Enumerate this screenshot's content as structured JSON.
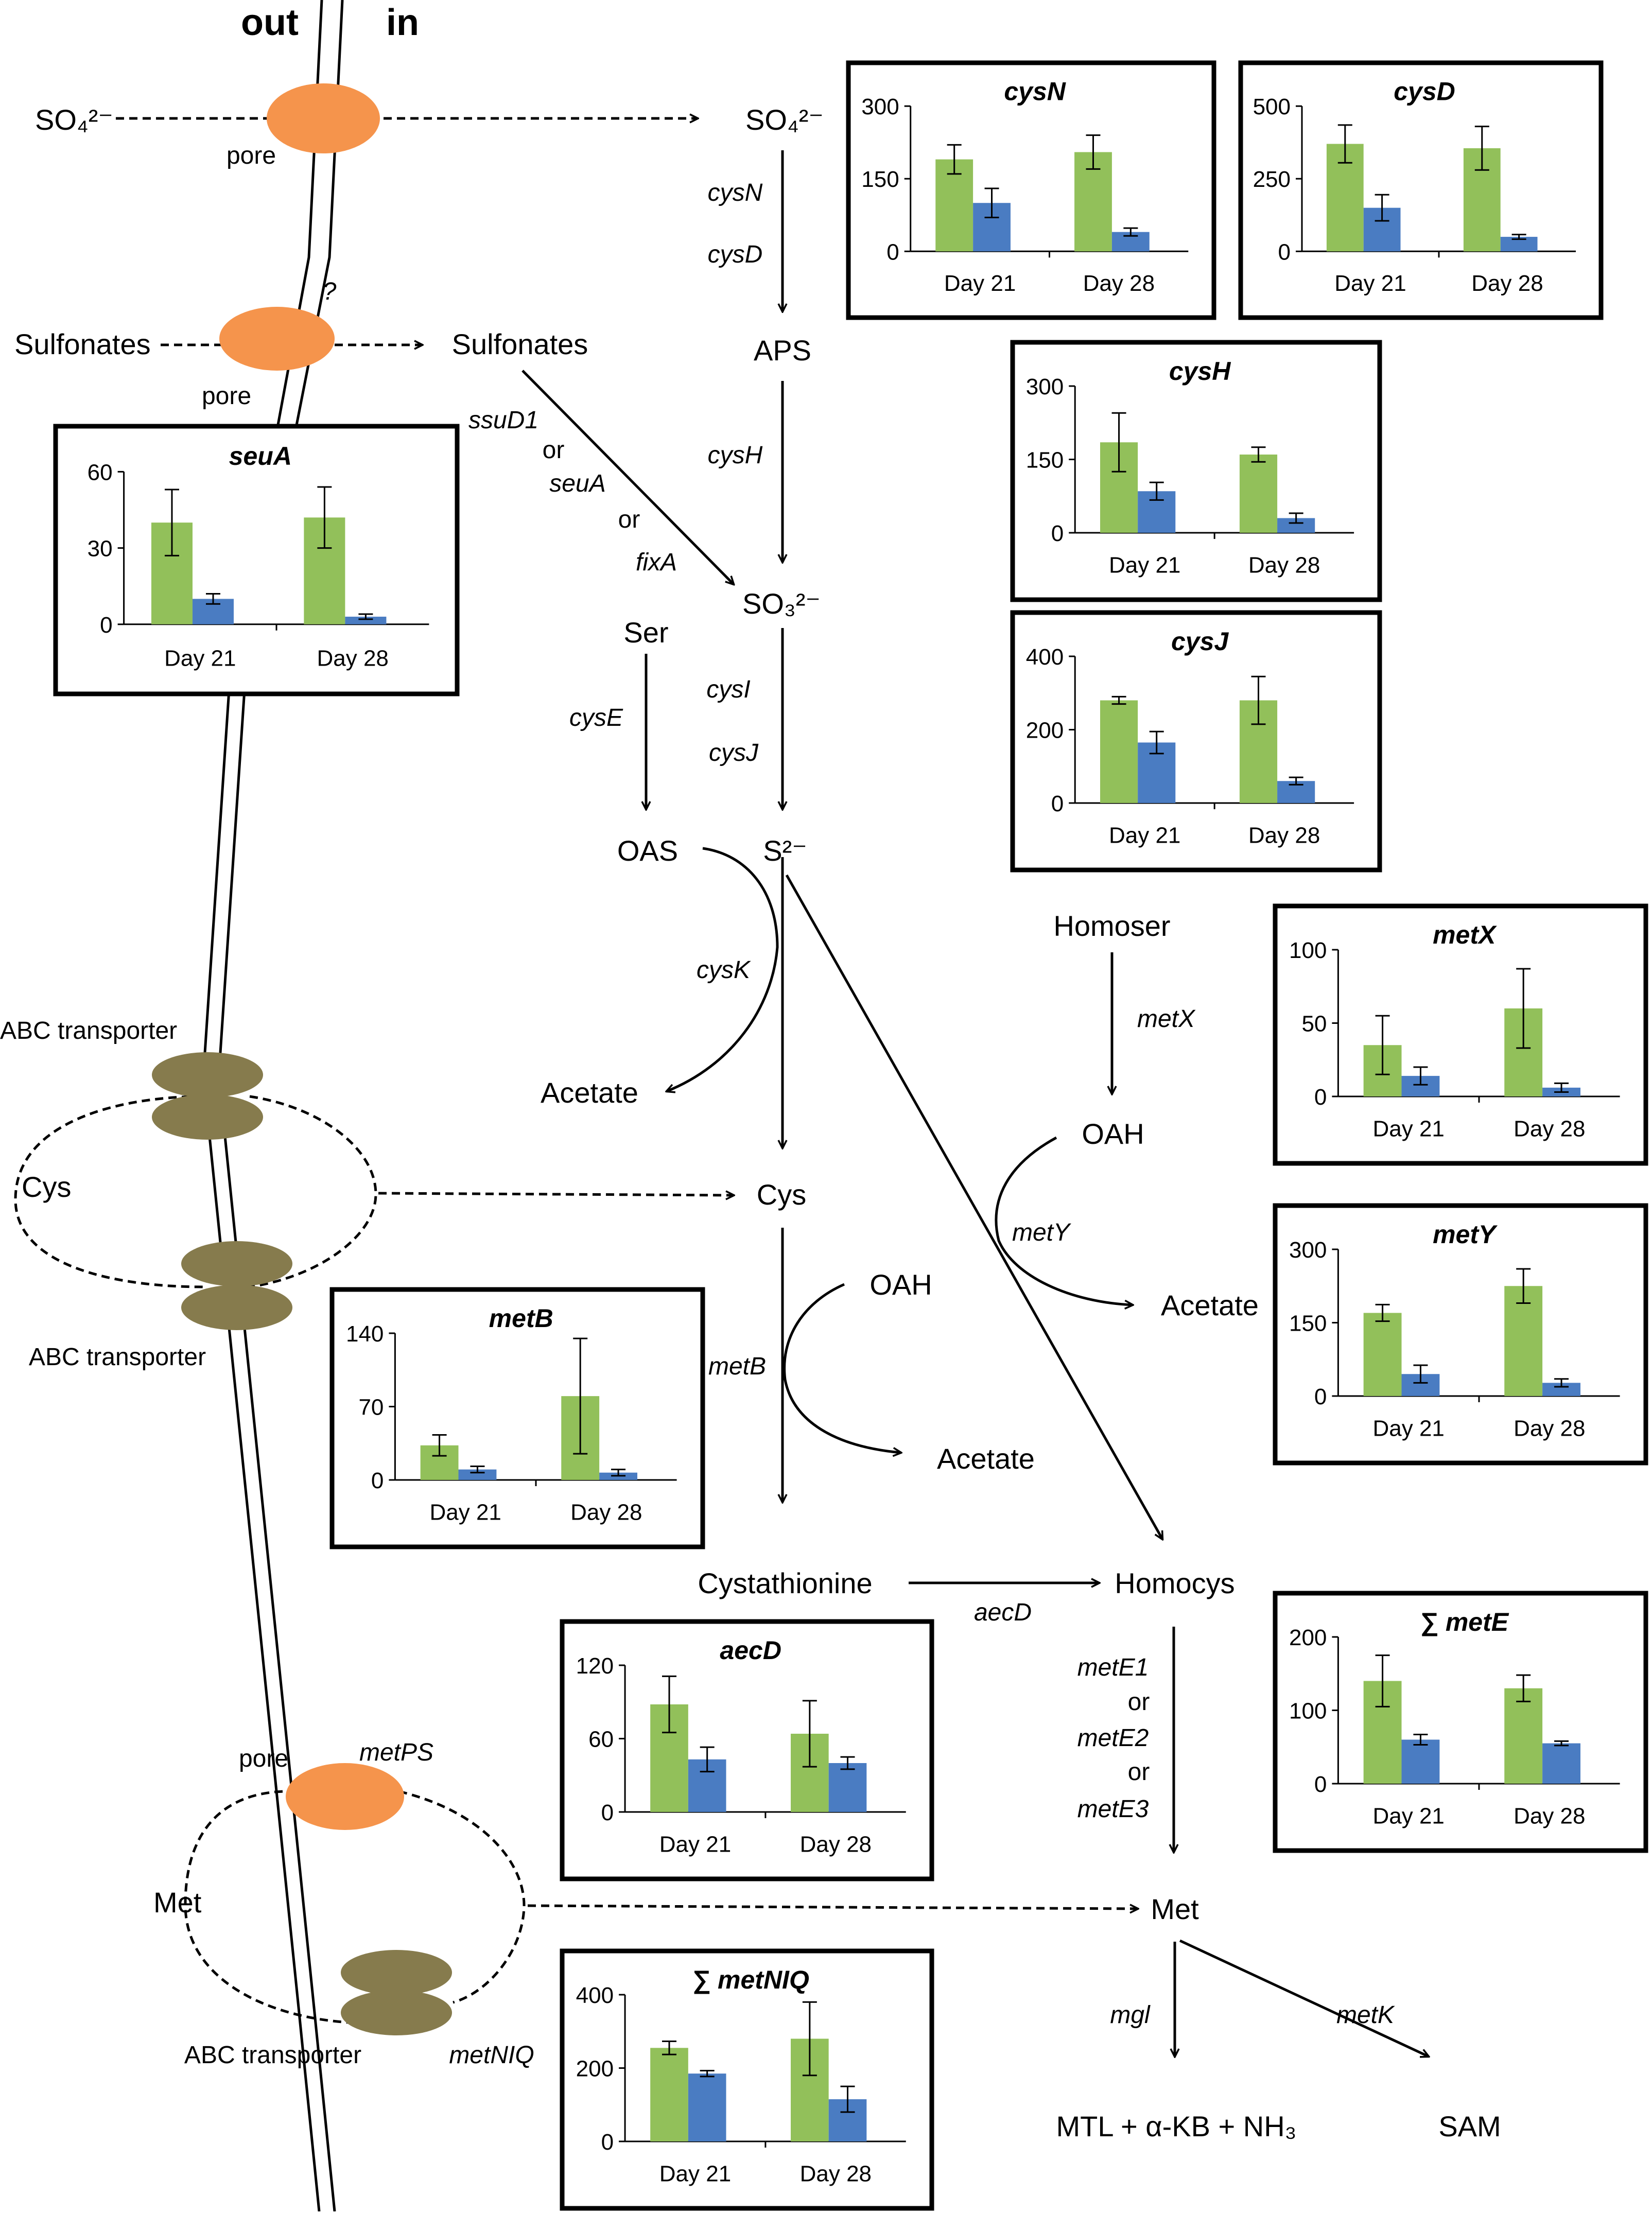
{
  "header": {
    "out": "out",
    "in": "in"
  },
  "colors": {
    "green": "#92c05a",
    "blue": "#4a7cc2",
    "pore": "#f5944c",
    "abc": "#867b4d",
    "line": "#000000"
  },
  "labels": {
    "so4_out": "SO₄²⁻",
    "so4_in": "SO₄²⁻",
    "sulf_out": "Sulfonates",
    "sulf_in": "Sulfonates",
    "pore1": "pore",
    "pore2": "pore",
    "pore3": "pore",
    "qmark": "?",
    "aps": "APS",
    "so3": "SO₃²⁻",
    "s2": "S²⁻",
    "ser": "Ser",
    "oas": "OAS",
    "acetate1": "Acetate",
    "cys_out": "Cys",
    "cys_in": "Cys",
    "abc1": "ABC transporter",
    "abc2": "ABC transporter",
    "abc3": "ABC transporter",
    "homoser": "Homoser",
    "oah1": "OAH",
    "acetate2": "Acetate",
    "oah2": "OAH",
    "acetate3": "Acetate",
    "cystathionine": "Cystathionine",
    "homocys": "Homocys",
    "met_out": "Met",
    "met_in": "Met",
    "mtl": "MTL + α-KB + NH₃",
    "sam": "SAM"
  },
  "enzymes": {
    "cysN": "cysN",
    "cysD": "cysD",
    "cysH": "cysH",
    "ssuD1": "ssuD1",
    "or1": "or",
    "seuA": "seuA",
    "or2": "or",
    "fixA": "fixA",
    "cysI": "cysI",
    "cysJ": "cysJ",
    "cysE": "cysE",
    "cysK": "cysK",
    "metX": "metX",
    "metY": "metY",
    "metB": "metB",
    "aecD": "aecD",
    "metE1": "metE1",
    "or3": "or",
    "metE2": "metE2",
    "or4": "or",
    "metE3": "metE3",
    "metPS": "metPS",
    "metNIQ": "metNIQ",
    "mgl": "mgl",
    "metK": "metK"
  },
  "chart_data": [
    {
      "type": "bar",
      "title": "cysN",
      "categories": [
        "Day 21",
        "Day 28"
      ],
      "ylim": [
        0,
        300
      ],
      "ticks": [
        "0",
        "150",
        "300"
      ],
      "series": [
        {
          "values": [
            190,
            205
          ],
          "errors": [
            30,
            35
          ]
        },
        {
          "values": [
            100,
            40
          ],
          "errors": [
            30,
            8
          ]
        }
      ]
    },
    {
      "type": "bar",
      "title": "cysD",
      "categories": [
        "Day 21",
        "Day 28"
      ],
      "ylim": [
        0,
        500
      ],
      "ticks": [
        "0",
        "250",
        "500"
      ],
      "series": [
        {
          "values": [
            370,
            355
          ],
          "errors": [
            65,
            75
          ]
        },
        {
          "values": [
            150,
            50
          ],
          "errors": [
            45,
            8
          ]
        }
      ]
    },
    {
      "type": "bar",
      "title": "cysH",
      "categories": [
        "Day 21",
        "Day 28"
      ],
      "ylim": [
        0,
        300
      ],
      "ticks": [
        "0",
        "150",
        "300"
      ],
      "series": [
        {
          "values": [
            185,
            160
          ],
          "errors": [
            60,
            15
          ]
        },
        {
          "values": [
            85,
            30
          ],
          "errors": [
            18,
            10
          ]
        }
      ]
    },
    {
      "type": "bar",
      "title": "cysJ",
      "categories": [
        "Day 21",
        "Day 28"
      ],
      "ylim": [
        0,
        400
      ],
      "ticks": [
        "0",
        "200",
        "400"
      ],
      "series": [
        {
          "values": [
            280,
            280
          ],
          "errors": [
            10,
            65
          ]
        },
        {
          "values": [
            165,
            60
          ],
          "errors": [
            30,
            10
          ]
        }
      ]
    },
    {
      "type": "bar",
      "title": "seuA",
      "categories": [
        "Day 21",
        "Day 28"
      ],
      "ylim": [
        0,
        60
      ],
      "ticks": [
        "0",
        "30",
        "60"
      ],
      "series": [
        {
          "values": [
            40,
            42
          ],
          "errors": [
            13,
            12
          ]
        },
        {
          "values": [
            10,
            3
          ],
          "errors": [
            2,
            1
          ]
        }
      ]
    },
    {
      "type": "bar",
      "title": "metX",
      "categories": [
        "Day 21",
        "Day 28"
      ],
      "ylim": [
        0,
        100
      ],
      "ticks": [
        "0",
        "50",
        "100"
      ],
      "series": [
        {
          "values": [
            35,
            60
          ],
          "errors": [
            20,
            27
          ]
        },
        {
          "values": [
            14,
            6
          ],
          "errors": [
            6,
            3
          ]
        }
      ]
    },
    {
      "type": "bar",
      "title": "metY",
      "categories": [
        "Day 21",
        "Day 28"
      ],
      "ylim": [
        0,
        300
      ],
      "ticks": [
        "0",
        "150",
        "300"
      ],
      "series": [
        {
          "values": [
            170,
            225
          ],
          "errors": [
            17,
            35
          ]
        },
        {
          "values": [
            45,
            27
          ],
          "errors": [
            18,
            8
          ]
        }
      ]
    },
    {
      "type": "bar",
      "title": "metB",
      "categories": [
        "Day 21",
        "Day 28"
      ],
      "ylim": [
        0,
        140
      ],
      "ticks": [
        "0",
        "70",
        "140"
      ],
      "series": [
        {
          "values": [
            33,
            80
          ],
          "errors": [
            10,
            55
          ]
        },
        {
          "values": [
            10,
            7
          ],
          "errors": [
            3,
            3
          ]
        }
      ]
    },
    {
      "type": "bar",
      "title": "aecD",
      "categories": [
        "Day 21",
        "Day 28"
      ],
      "ylim": [
        0,
        120
      ],
      "ticks": [
        "0",
        "60",
        "120"
      ],
      "series": [
        {
          "values": [
            88,
            64
          ],
          "errors": [
            23,
            27
          ]
        },
        {
          "values": [
            43,
            40
          ],
          "errors": [
            10,
            5
          ]
        }
      ]
    },
    {
      "type": "bar",
      "title": "∑ metE",
      "categories": [
        "Day 21",
        "Day 28"
      ],
      "ylim": [
        0,
        200
      ],
      "ticks": [
        "0",
        "100",
        "200"
      ],
      "series": [
        {
          "values": [
            140,
            130
          ],
          "errors": [
            35,
            18
          ]
        },
        {
          "values": [
            60,
            55
          ],
          "errors": [
            7,
            3
          ]
        }
      ]
    },
    {
      "type": "bar",
      "title": "∑ metNIQ",
      "categories": [
        "Day 21",
        "Day 28"
      ],
      "ylim": [
        0,
        400
      ],
      "ticks": [
        "0",
        "200",
        "400"
      ],
      "series": [
        {
          "values": [
            255,
            280
          ],
          "errors": [
            18,
            100
          ]
        },
        {
          "values": [
            185,
            115
          ],
          "errors": [
            8,
            35
          ]
        }
      ]
    }
  ]
}
